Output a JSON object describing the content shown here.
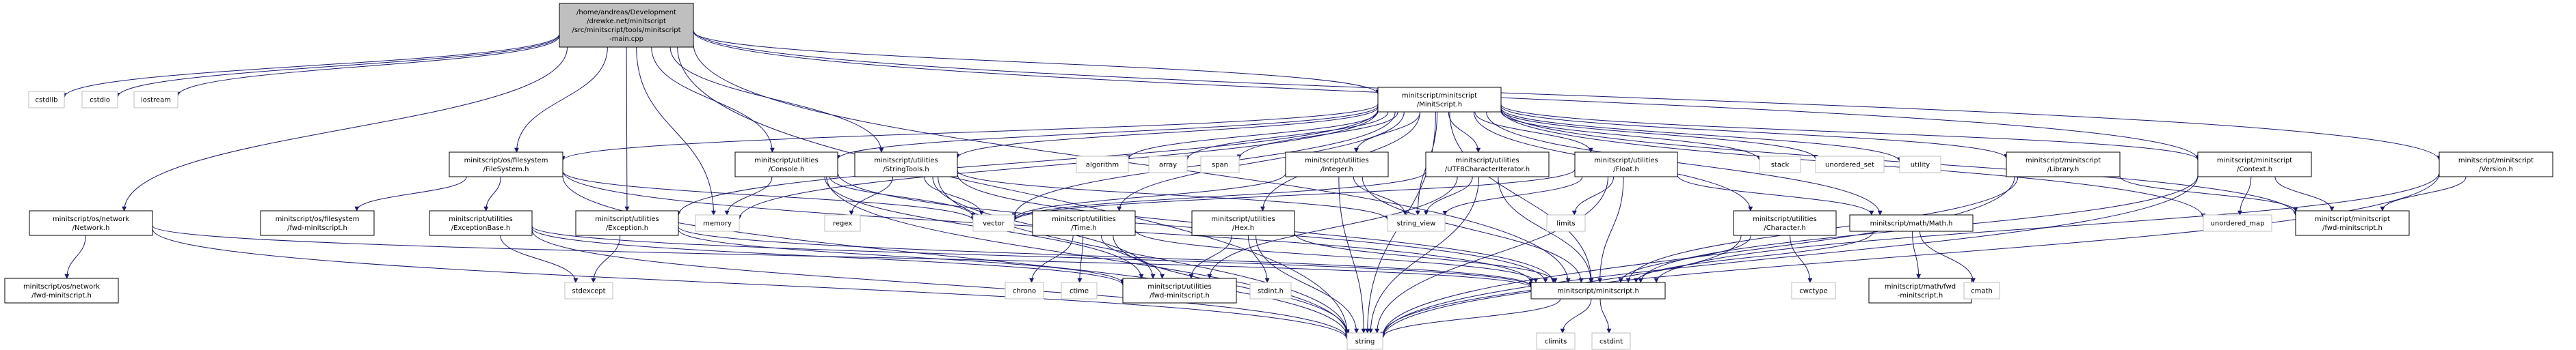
{
  "colors": {
    "root_fill": "#bfbfbf",
    "root_stroke": "#000000",
    "node_fill": "#ffffff",
    "node_stroke": "#000000",
    "external_stroke": "#bfbfbf",
    "edge": "#191970",
    "text": "#000000"
  },
  "nodes": [
    {
      "id": "main",
      "kind": "root",
      "lines": [
        "/home/andreas/Development",
        "/drewke.net/minitscript",
        "/src/minitscript/tools/minitscript",
        "-main.cpp"
      ]
    },
    {
      "id": "cstdlib",
      "kind": "external",
      "lines": [
        "cstdlib"
      ]
    },
    {
      "id": "cstdio",
      "kind": "external",
      "lines": [
        "cstdio"
      ]
    },
    {
      "id": "iostream",
      "kind": "external",
      "lines": [
        "iostream"
      ]
    },
    {
      "id": "minitscript_h",
      "kind": "file",
      "lines": [
        "minitscript/minitscript",
        "/MinitScript.h"
      ]
    },
    {
      "id": "filesystem_h",
      "kind": "file",
      "lines": [
        "minitscript/os/filesystem",
        "/FileSystem.h"
      ]
    },
    {
      "id": "console_h",
      "kind": "file",
      "lines": [
        "minitscript/utilities",
        "/Console.h"
      ]
    },
    {
      "id": "stringtools_h",
      "kind": "file",
      "lines": [
        "minitscript/utilities",
        "/StringTools.h"
      ]
    },
    {
      "id": "network_h",
      "kind": "file",
      "lines": [
        "minitscript/os/network",
        "/Network.h"
      ]
    },
    {
      "id": "fwd_network_h",
      "kind": "file",
      "lines": [
        "minitscript/os/network",
        "/fwd-minitscript.h"
      ]
    },
    {
      "id": "fwd_fs_h",
      "kind": "file",
      "lines": [
        "minitscript/os/filesystem",
        "/fwd-minitscript.h"
      ]
    },
    {
      "id": "exceptionbase_h",
      "kind": "file",
      "lines": [
        "minitscript/utilities",
        "/ExceptionBase.h"
      ]
    },
    {
      "id": "exception_h",
      "kind": "file",
      "lines": [
        "minitscript/utilities",
        "/Exception.h"
      ]
    },
    {
      "id": "memory",
      "kind": "external",
      "lines": [
        "memory"
      ]
    },
    {
      "id": "regex",
      "kind": "external",
      "lines": [
        "regex"
      ]
    },
    {
      "id": "vector",
      "kind": "external",
      "lines": [
        "vector"
      ]
    },
    {
      "id": "time_h",
      "kind": "file",
      "lines": [
        "minitscript/utilities",
        "/Time.h"
      ]
    },
    {
      "id": "algorithm",
      "kind": "external",
      "lines": [
        "algorithm"
      ]
    },
    {
      "id": "array",
      "kind": "external",
      "lines": [
        "array"
      ]
    },
    {
      "id": "span",
      "kind": "external",
      "lines": [
        "span"
      ]
    },
    {
      "id": "integer_h",
      "kind": "file",
      "lines": [
        "minitscript/utilities",
        "/Integer.h"
      ]
    },
    {
      "id": "hex_h",
      "kind": "file",
      "lines": [
        "minitscript/utilities",
        "/Hex.h"
      ]
    },
    {
      "id": "utf8_h",
      "kind": "file",
      "lines": [
        "minitscript/utilities",
        "/UTF8CharacterIterator.h"
      ]
    },
    {
      "id": "float_h",
      "kind": "file",
      "lines": [
        "minitscript/utilities",
        "/Float.h"
      ]
    },
    {
      "id": "string_view",
      "kind": "external",
      "lines": [
        "string_view"
      ]
    },
    {
      "id": "limits",
      "kind": "external",
      "lines": [
        "limits"
      ]
    },
    {
      "id": "stack",
      "kind": "external",
      "lines": [
        "stack"
      ]
    },
    {
      "id": "unordered_set",
      "kind": "external",
      "lines": [
        "unordered_set"
      ]
    },
    {
      "id": "utility",
      "kind": "external",
      "lines": [
        "utility"
      ]
    },
    {
      "id": "character_h",
      "kind": "file",
      "lines": [
        "minitscript/utilities",
        "/Character.h"
      ]
    },
    {
      "id": "math_h",
      "kind": "file",
      "lines": [
        "minitscript/math/Math.h"
      ]
    },
    {
      "id": "library_h",
      "kind": "file",
      "lines": [
        "minitscript/minitscript",
        "/Library.h"
      ]
    },
    {
      "id": "context_h",
      "kind": "file",
      "lines": [
        "minitscript/minitscript",
        "/Context.h"
      ]
    },
    {
      "id": "unordered_map",
      "kind": "external",
      "lines": [
        "unordered_map"
      ]
    },
    {
      "id": "version_h",
      "kind": "file",
      "lines": [
        "minitscript/minitscript",
        "/Version.h"
      ]
    },
    {
      "id": "fwd_ms_h",
      "kind": "file",
      "lines": [
        "minitscript/minitscript",
        "/fwd-minitscript.h"
      ]
    },
    {
      "id": "stdexcept",
      "kind": "external",
      "lines": [
        "stdexcept"
      ]
    },
    {
      "id": "fwd_util_h",
      "kind": "file",
      "lines": [
        "minitscript/utilities",
        "/fwd-minitscript.h"
      ]
    },
    {
      "id": "chrono",
      "kind": "external",
      "lines": [
        "chrono"
      ]
    },
    {
      "id": "ctime",
      "kind": "external",
      "lines": [
        "ctime"
      ]
    },
    {
      "id": "stdint_h",
      "kind": "external",
      "lines": [
        "stdint.h"
      ]
    },
    {
      "id": "minitscript_core_h",
      "kind": "file",
      "lines": [
        "minitscript/minitscript.h"
      ]
    },
    {
      "id": "cwctype",
      "kind": "external",
      "lines": [
        "cwctype"
      ]
    },
    {
      "id": "fwd_math_h",
      "kind": "file",
      "lines": [
        "minitscript/math/fwd",
        "-minitscript.h"
      ]
    },
    {
      "id": "cmath",
      "kind": "external",
      "lines": [
        "cmath"
      ]
    },
    {
      "id": "string",
      "kind": "external",
      "lines": [
        "string"
      ]
    },
    {
      "id": "climits",
      "kind": "external",
      "lines": [
        "climits"
      ]
    },
    {
      "id": "cstdint",
      "kind": "external",
      "lines": [
        "cstdint"
      ]
    }
  ],
  "edges": [
    [
      "main",
      "cstdlib"
    ],
    [
      "main",
      "cstdio"
    ],
    [
      "main",
      "iostream"
    ],
    [
      "main",
      "minitscript_h"
    ],
    [
      "main",
      "filesystem_h"
    ],
    [
      "main",
      "console_h"
    ],
    [
      "main",
      "stringtools_h"
    ],
    [
      "main",
      "network_h"
    ],
    [
      "main",
      "exception_h"
    ],
    [
      "main",
      "memory"
    ],
    [
      "main",
      "string"
    ],
    [
      "main",
      "context_h"
    ],
    [
      "main",
      "version_h"
    ],
    [
      "main",
      "minitscript_core_h"
    ],
    [
      "minitscript_h",
      "filesystem_h"
    ],
    [
      "minitscript_h",
      "console_h"
    ],
    [
      "minitscript_h",
      "stringtools_h"
    ],
    [
      "minitscript_h",
      "exception_h"
    ],
    [
      "minitscript_h",
      "time_h"
    ],
    [
      "minitscript_h",
      "algorithm"
    ],
    [
      "minitscript_h",
      "array"
    ],
    [
      "minitscript_h",
      "span"
    ],
    [
      "minitscript_h",
      "integer_h"
    ],
    [
      "minitscript_h",
      "hex_h"
    ],
    [
      "minitscript_h",
      "utf8_h"
    ],
    [
      "minitscript_h",
      "float_h"
    ],
    [
      "minitscript_h",
      "string_view"
    ],
    [
      "minitscript_h",
      "stack"
    ],
    [
      "minitscript_h",
      "unordered_set"
    ],
    [
      "minitscript_h",
      "utility"
    ],
    [
      "minitscript_h",
      "character_h"
    ],
    [
      "minitscript_h",
      "library_h"
    ],
    [
      "minitscript_h",
      "context_h"
    ],
    [
      "minitscript_h",
      "unordered_map"
    ],
    [
      "minitscript_h",
      "vector"
    ],
    [
      "minitscript_h",
      "memory"
    ],
    [
      "minitscript_h",
      "string"
    ],
    [
      "minitscript_h",
      "minitscript_core_h"
    ],
    [
      "minitscript_h",
      "fwd_ms_h"
    ],
    [
      "minitscript_h",
      "math_h"
    ],
    [
      "filesystem_h",
      "fwd_fs_h"
    ],
    [
      "filesystem_h",
      "exceptionbase_h"
    ],
    [
      "filesystem_h",
      "vector"
    ],
    [
      "filesystem_h",
      "string"
    ],
    [
      "filesystem_h",
      "minitscript_core_h"
    ],
    [
      "console_h",
      "memory"
    ],
    [
      "console_h",
      "vector"
    ],
    [
      "console_h",
      "string"
    ],
    [
      "console_h",
      "minitscript_core_h"
    ],
    [
      "console_h",
      "fwd_util_h"
    ],
    [
      "stringtools_h",
      "regex"
    ],
    [
      "stringtools_h",
      "vector"
    ],
    [
      "stringtools_h",
      "string_view"
    ],
    [
      "stringtools_h",
      "string"
    ],
    [
      "stringtools_h",
      "minitscript_core_h"
    ],
    [
      "stringtools_h",
      "fwd_util_h"
    ],
    [
      "network_h",
      "fwd_network_h"
    ],
    [
      "network_h",
      "string"
    ],
    [
      "network_h",
      "minitscript_core_h"
    ],
    [
      "exceptionbase_h",
      "stdexcept"
    ],
    [
      "exceptionbase_h",
      "string"
    ],
    [
      "exceptionbase_h",
      "minitscript_core_h"
    ],
    [
      "exceptionbase_h",
      "fwd_util_h"
    ],
    [
      "exception_h",
      "stdexcept"
    ],
    [
      "exception_h",
      "minitscript_core_h"
    ],
    [
      "exception_h",
      "fwd_util_h"
    ],
    [
      "time_h",
      "chrono"
    ],
    [
      "time_h",
      "ctime"
    ],
    [
      "time_h",
      "string"
    ],
    [
      "time_h",
      "minitscript_core_h"
    ],
    [
      "time_h",
      "fwd_util_h"
    ],
    [
      "integer_h",
      "string_view"
    ],
    [
      "integer_h",
      "vector"
    ],
    [
      "integer_h",
      "string"
    ],
    [
      "integer_h",
      "minitscript_core_h"
    ],
    [
      "hex_h",
      "stdint_h"
    ],
    [
      "hex_h",
      "string"
    ],
    [
      "hex_h",
      "minitscript_core_h"
    ],
    [
      "hex_h",
      "fwd_util_h"
    ],
    [
      "utf8_h",
      "string_view"
    ],
    [
      "utf8_h",
      "vector"
    ],
    [
      "utf8_h",
      "string"
    ],
    [
      "utf8_h",
      "minitscript_core_h"
    ],
    [
      "utf8_h",
      "fwd_util_h"
    ],
    [
      "float_h",
      "limits"
    ],
    [
      "float_h",
      "string_view"
    ],
    [
      "float_h",
      "math_h"
    ],
    [
      "float_h",
      "string"
    ],
    [
      "float_h",
      "minitscript_core_h"
    ],
    [
      "float_h",
      "vector"
    ],
    [
      "character_h",
      "cwctype"
    ],
    [
      "character_h",
      "string"
    ],
    [
      "character_h",
      "minitscript_core_h"
    ],
    [
      "math_h",
      "cmath"
    ],
    [
      "math_h",
      "fwd_math_h"
    ],
    [
      "math_h",
      "minitscript_core_h"
    ],
    [
      "library_h",
      "string"
    ],
    [
      "library_h",
      "minitscript_core_h"
    ],
    [
      "library_h",
      "fwd_ms_h"
    ],
    [
      "context_h",
      "unordered_map"
    ],
    [
      "context_h",
      "string"
    ],
    [
      "context_h",
      "minitscript_core_h"
    ],
    [
      "context_h",
      "fwd_ms_h"
    ],
    [
      "version_h",
      "string"
    ],
    [
      "version_h",
      "minitscript_core_h"
    ],
    [
      "version_h",
      "fwd_ms_h"
    ],
    [
      "minitscript_core_h",
      "string"
    ],
    [
      "minitscript_core_h",
      "climits"
    ],
    [
      "minitscript_core_h",
      "cstdint"
    ]
  ]
}
